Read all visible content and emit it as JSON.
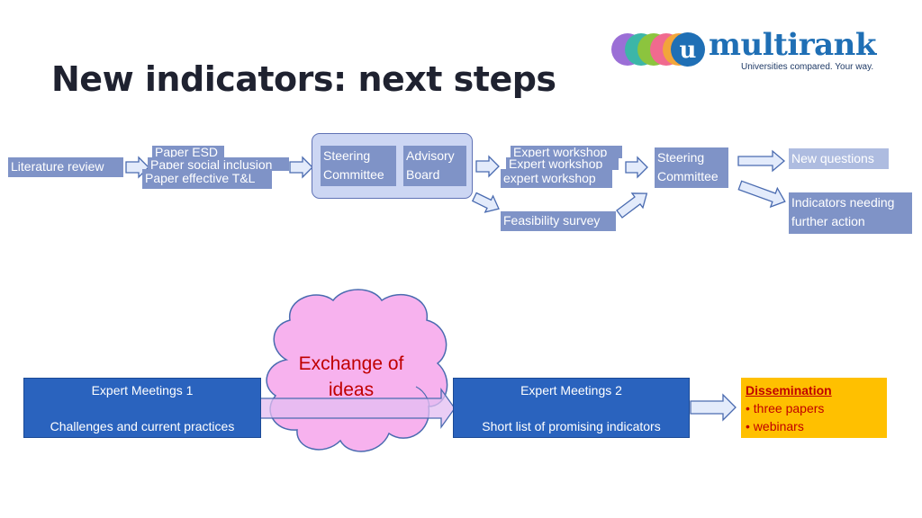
{
  "title": "New indicators: next steps",
  "logo": {
    "letter": "u",
    "name": "multirank",
    "tagline": "Universities compared. Your way."
  },
  "top_flow": {
    "literature_review": "Literature review",
    "papers": [
      "Paper ESD",
      "Paper social inclusion",
      "Paper effective T&L"
    ],
    "panel": {
      "steering": "Steering\nCommittee",
      "advisory": "Advisory\nBoard"
    },
    "workshops": [
      "Expert workshop",
      "Expert workshop",
      "expert workshop"
    ],
    "feasibility": "Feasibility survey",
    "steering2": "Steering\nCommittee",
    "new_questions": "New questions",
    "indicators_action": "Indicators needing\nfurther action"
  },
  "bottom_flow": {
    "meetings1": {
      "title": "Expert Meetings 1",
      "subtitle": "Challenges and current practices"
    },
    "exchange": "Exchange of\nideas",
    "meetings2": {
      "title": "Expert Meetings 2",
      "subtitle": "Short list of promising indicators"
    },
    "dissemination": {
      "title": "Dissemination",
      "items": [
        "three papers",
        "webinars"
      ]
    }
  },
  "colors": {
    "box": "#7f93c7",
    "dark_box": "#2a63be",
    "cloud": "#f7b2ee",
    "dissemination": "#ffc000",
    "accent_text": "#c00000"
  }
}
